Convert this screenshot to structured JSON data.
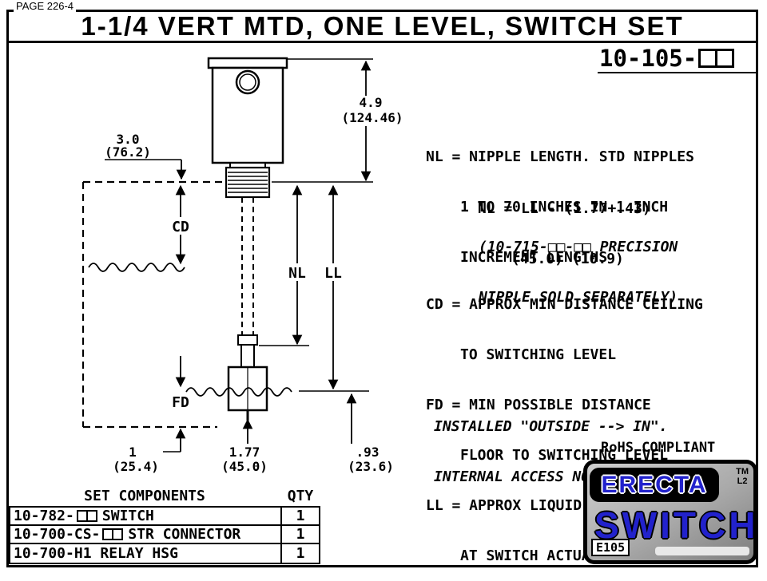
{
  "page_label": "PAGE 226-4",
  "title": "1-1/4 VERT MTD, ONE LEVEL, SWITCH SET",
  "model": {
    "prefix": "10-105-"
  },
  "colors": {
    "logo_blue": "#2222cc",
    "ink": "#000000",
    "paper": "#ffffff"
  },
  "dimensions": {
    "housing_to_ceiling_in": "4.9",
    "housing_to_ceiling_mm": "(124.46)",
    "side_clearance_in": "3.0",
    "side_clearance_mm": "(76.2)",
    "cd_label": "CD",
    "nl_label": "NL",
    "ll_label": "LL",
    "fd_label": "FD",
    "float_to_floor_in": "1",
    "float_to_floor_mm": "(25.4)",
    "float_length_in": "1.77",
    "float_length_mm": "(45.0)",
    "level_to_float_in": ".93",
    "level_to_float_mm": "(23.6)"
  },
  "notes": {
    "nl_line1": "NL = NIPPLE LENGTH. STD NIPPLES",
    "nl_line2": "1 TO 70 INCHES IN 1 INCH",
    "nl_line3": "INCREMENT LENGTHS",
    "nl_formula_line1": "NL = LL - (1.77+.43)",
    "nl_formula_line2": "(45.0) (10.9)",
    "precision_line1": "(10-715-□□-□□ PRECISION",
    "precision_line2": "NIPPLE SOLD SEPARATELY)",
    "cd_line1": "CD = APPROX MIN DISTANCE CEILING",
    "cd_line2": "TO SWITCHING LEVEL",
    "fd_line1": "FD = MIN POSSIBLE DISTANCE",
    "fd_line2": "FLOOR TO SWITCHING LEVEL",
    "ll_line1": "LL = APPROX LIQUID LEVEL",
    "ll_line2": "AT SWITCH ACTUATION",
    "installed_line1": "INSTALLED \"OUTSIDE --> IN\".",
    "installed_line2": "INTERNAL ACCESS NOT REQUIRED.",
    "rohs": "RoHS COMPLIANT"
  },
  "components_table": {
    "header_components": "SET COMPONENTS",
    "header_qty": "QTY",
    "rows": [
      {
        "prefix": "10-782-",
        "suffix": "SWITCH",
        "qty": "1"
      },
      {
        "prefix": "10-700-CS-",
        "suffix": "STR CONNECTOR",
        "qty": "1"
      },
      {
        "prefix": "10-700-H1 RELAY HSG",
        "suffix": "",
        "qty": "1"
      }
    ]
  },
  "logo": {
    "erecta": "ERECTA",
    "switch_word": "SWITCH",
    "tm": "TM",
    "l2": "L2",
    "code": "E105"
  }
}
